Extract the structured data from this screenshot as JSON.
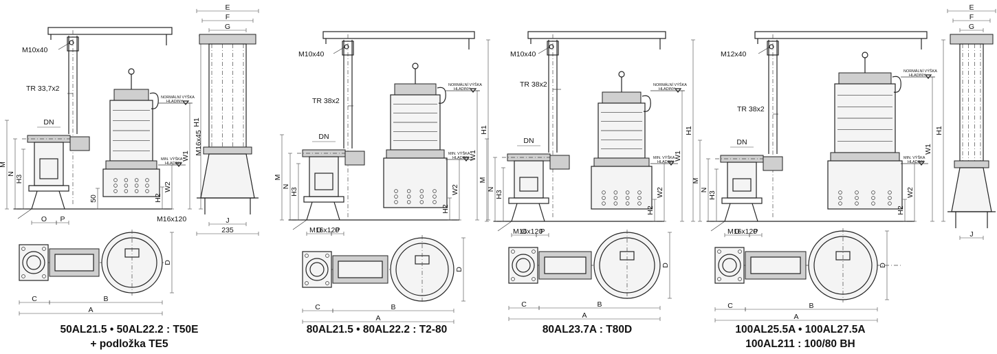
{
  "panels": [
    {
      "id": "p1",
      "caption": [
        "50AL21.5 • 50AL22.2 : T50E",
        "+ podložka TE5"
      ],
      "labels": {
        "bolt_top": "M10x40",
        "pipe": "TR 33,7x2",
        "dn": "DN",
        "bolt_bottom": "M16x120",
        "h_m": "M",
        "h_n": "N",
        "h_h3": "H3",
        "h_h2": "H2",
        "h_w2": "W2",
        "h_w1": "W1",
        "h_h1": "H1",
        "h_50": "50",
        "d_o": "O",
        "d_p": "P",
        "d_c": "C",
        "d_a": "A",
        "d_b": "B",
        "d_d": "D",
        "level_normal": [
          "NORMÁLNÍ VÝŠKA",
          "HLADINY"
        ],
        "level_min": [
          "MIN. VÝŠKA",
          "HLADINY"
        ]
      }
    },
    {
      "id": "p1side",
      "labels": {
        "e": "E",
        "f": "F",
        "g": "G",
        "bolt_side": "M16x45",
        "j": "J",
        "w235": "235"
      }
    },
    {
      "id": "p2",
      "caption": [
        "80AL21.5 • 80AL22.2 : T2-80"
      ],
      "labels": {
        "bolt_top": "M10x40",
        "pipe": "TR 38x2",
        "dn": "DN",
        "bolt_bottom": "M16x120",
        "h_m": "M",
        "h_n": "N",
        "h_h3": "H3",
        "h_h2": "H2",
        "h_w2": "W2",
        "h_w1": "W1",
        "h_h1": "H1",
        "d_o": "O",
        "d_p": "P",
        "d_c": "C",
        "d_a": "A",
        "d_b": "B",
        "d_d": "D",
        "level_normal": [
          "NORMÁLNÍ VÝŠKA",
          "HLADINY"
        ],
        "level_min": [
          "MIN. VÝŠKA",
          "HLADINY"
        ]
      }
    },
    {
      "id": "p3",
      "caption": [
        "80AL23.7A : T80D"
      ],
      "labels": {
        "bolt_top": "M10x40",
        "pipe": "TR 38x2",
        "dn": "DN",
        "bolt_bottom": "M16x120",
        "h_m": "M",
        "h_n": "N",
        "h_h3": "H3",
        "h_h2": "H2",
        "h_w2": "W2",
        "h_w1": "W1",
        "h_h1": "H1",
        "d_o": "O",
        "d_p": "P",
        "d_c": "C",
        "d_a": "A",
        "d_b": "B",
        "d_d": "D",
        "level_normal": [
          "NORMÁLNÍ VÝŠKA",
          "HLADINY"
        ],
        "level_min": [
          "MIN. VÝŠKA",
          "HLADINY"
        ]
      }
    },
    {
      "id": "p4",
      "caption": [
        "100AL25.5A • 100AL27.5A",
        "100AL211 : 100/80 BH"
      ],
      "labels": {
        "bolt_top": "M12x40",
        "pipe": "TR 38x2",
        "dn": "DN",
        "bolt_bottom": "M16x120",
        "h_m": "M",
        "h_n": "N",
        "h_h3": "H3",
        "h_h2": "H2",
        "h_w2": "W2",
        "h_w1": "W1",
        "h_h1": "H1",
        "d_o": "O",
        "d_p": "P",
        "d_c": "C",
        "d_a": "A",
        "d_b": "B",
        "d_d": "D",
        "level_normal": [
          "NORMÁLNÍ VÝŠKA",
          "HLADINY"
        ],
        "level_min": [
          "MIN. VÝŠKA",
          "HLADINY"
        ]
      }
    },
    {
      "id": "p4side",
      "labels": {
        "e": "E",
        "f": "F",
        "g": "G",
        "j": "J"
      }
    }
  ]
}
